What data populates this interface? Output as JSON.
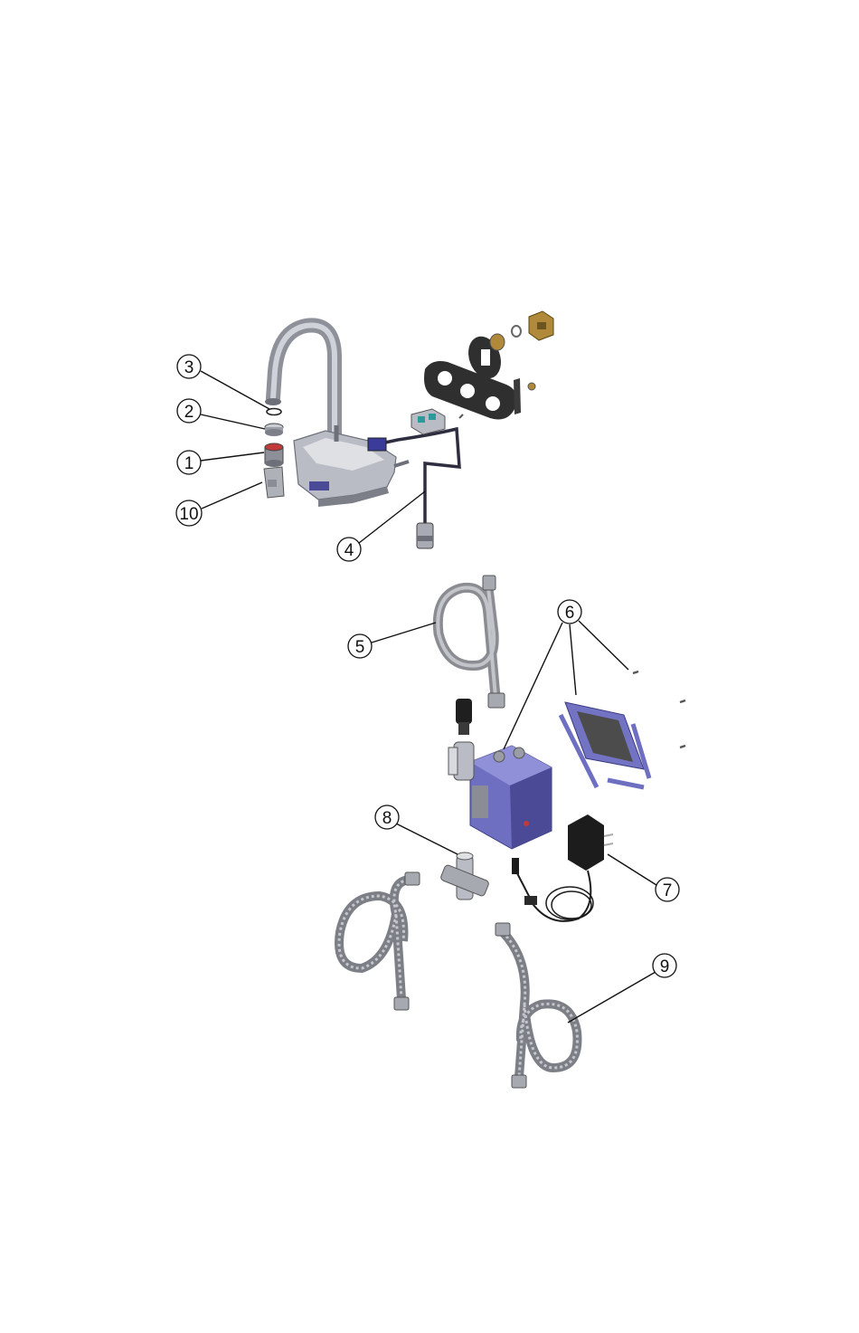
{
  "callouts": [
    {
      "id": "1",
      "label": "1"
    },
    {
      "id": "2",
      "label": "2"
    },
    {
      "id": "3",
      "label": "3"
    },
    {
      "id": "4",
      "label": "4"
    },
    {
      "id": "5",
      "label": "5"
    },
    {
      "id": "6",
      "label": "6"
    },
    {
      "id": "7",
      "label": "7"
    },
    {
      "id": "8",
      "label": "8"
    },
    {
      "id": "9",
      "label": "9"
    },
    {
      "id": "10",
      "label": "10"
    }
  ],
  "colors": {
    "chrome": "#b9bcc4",
    "chrome_dark": "#6d7079",
    "chrome_light": "#e4e6ea",
    "module_blue": "#6f6fc2",
    "module_blue_dark": "#4a4a96",
    "gasket": "#3a3a3a",
    "brass": "#b08a3a",
    "hose": "#8a8c92",
    "adapter_black": "#1c1c1c",
    "aerator_red": "#c03a3a"
  }
}
